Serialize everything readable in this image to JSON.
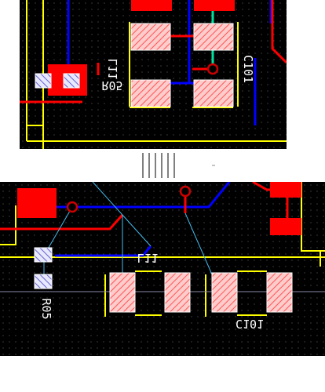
{
  "designators": {
    "resistor": "R05",
    "inductor": "L11",
    "capacitor": "C101"
  },
  "colors": {
    "background": "#000000",
    "grid_dot": "#5c5c5c",
    "top_copper": "#ff0000",
    "bottom_copper": "#0000ff",
    "silkscreen": "#ffff00",
    "ratsnest": "#66ccff",
    "pad_hatch": "#ff6666",
    "pad_fill": "#ffcccc",
    "via_ring": "#cc0000",
    "net_green": "#00e0a0",
    "label": "#ffffff"
  },
  "views": {
    "top": "zoomed-in PCB view (routed)",
    "bottom": "PCB view (unrouted ratsnest)"
  }
}
